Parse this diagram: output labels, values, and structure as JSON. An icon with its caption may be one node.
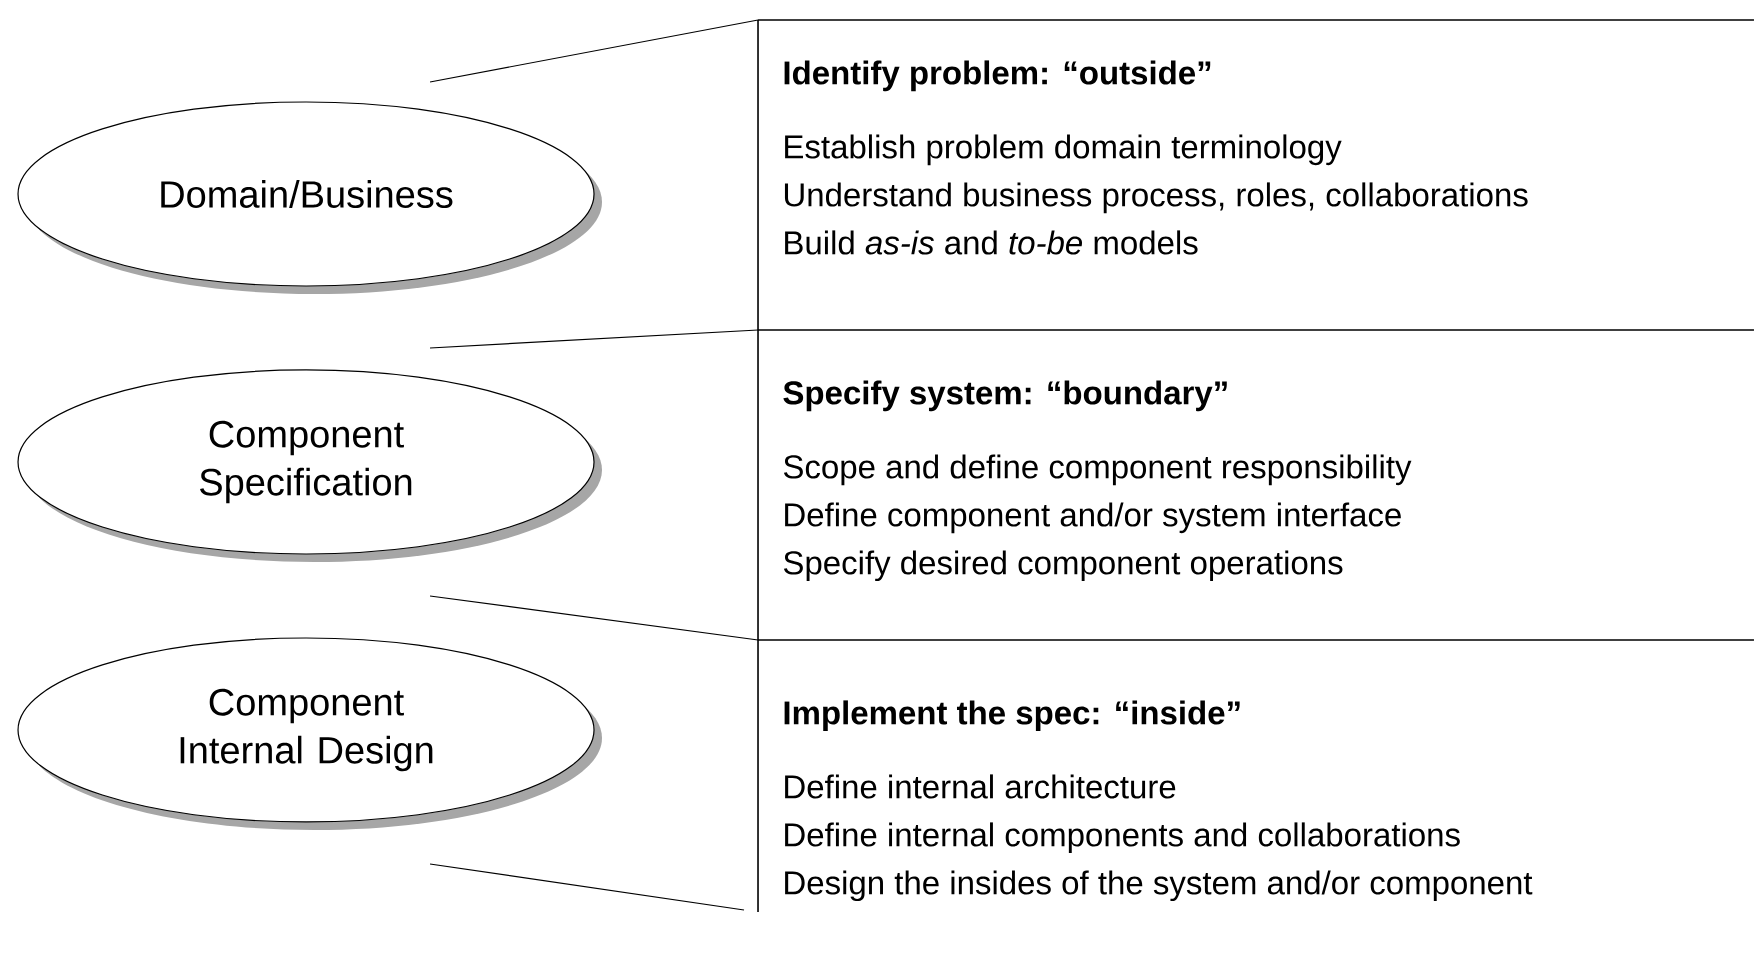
{
  "diagram": {
    "nodes": [
      {
        "text": [
          "Domain/Business"
        ]
      },
      {
        "text": [
          "Component Specification"
        ]
      },
      {
        "text": [
          "Component Internal Design"
        ]
      },
      {
        "text": [
          "Identify problem: “outside”",
          "Establish problem domain terminology",
          "Understand business process, roles, collaborations",
          "Build *as-is* and *to-be* models"
        ]
      },
      {
        "text": [
          "Specify system: “boundary”",
          "Scope and define component responsibility",
          "Define component and/or system interface",
          "Specify desired component operations"
        ]
      },
      {
        "text": [
          "Implement the spec: “inside”",
          "Define internal architecture",
          "Define internal components and collaborations",
          "Design the insides of the system and/or component"
        ]
      }
    ],
    "edges": []
  }
}
